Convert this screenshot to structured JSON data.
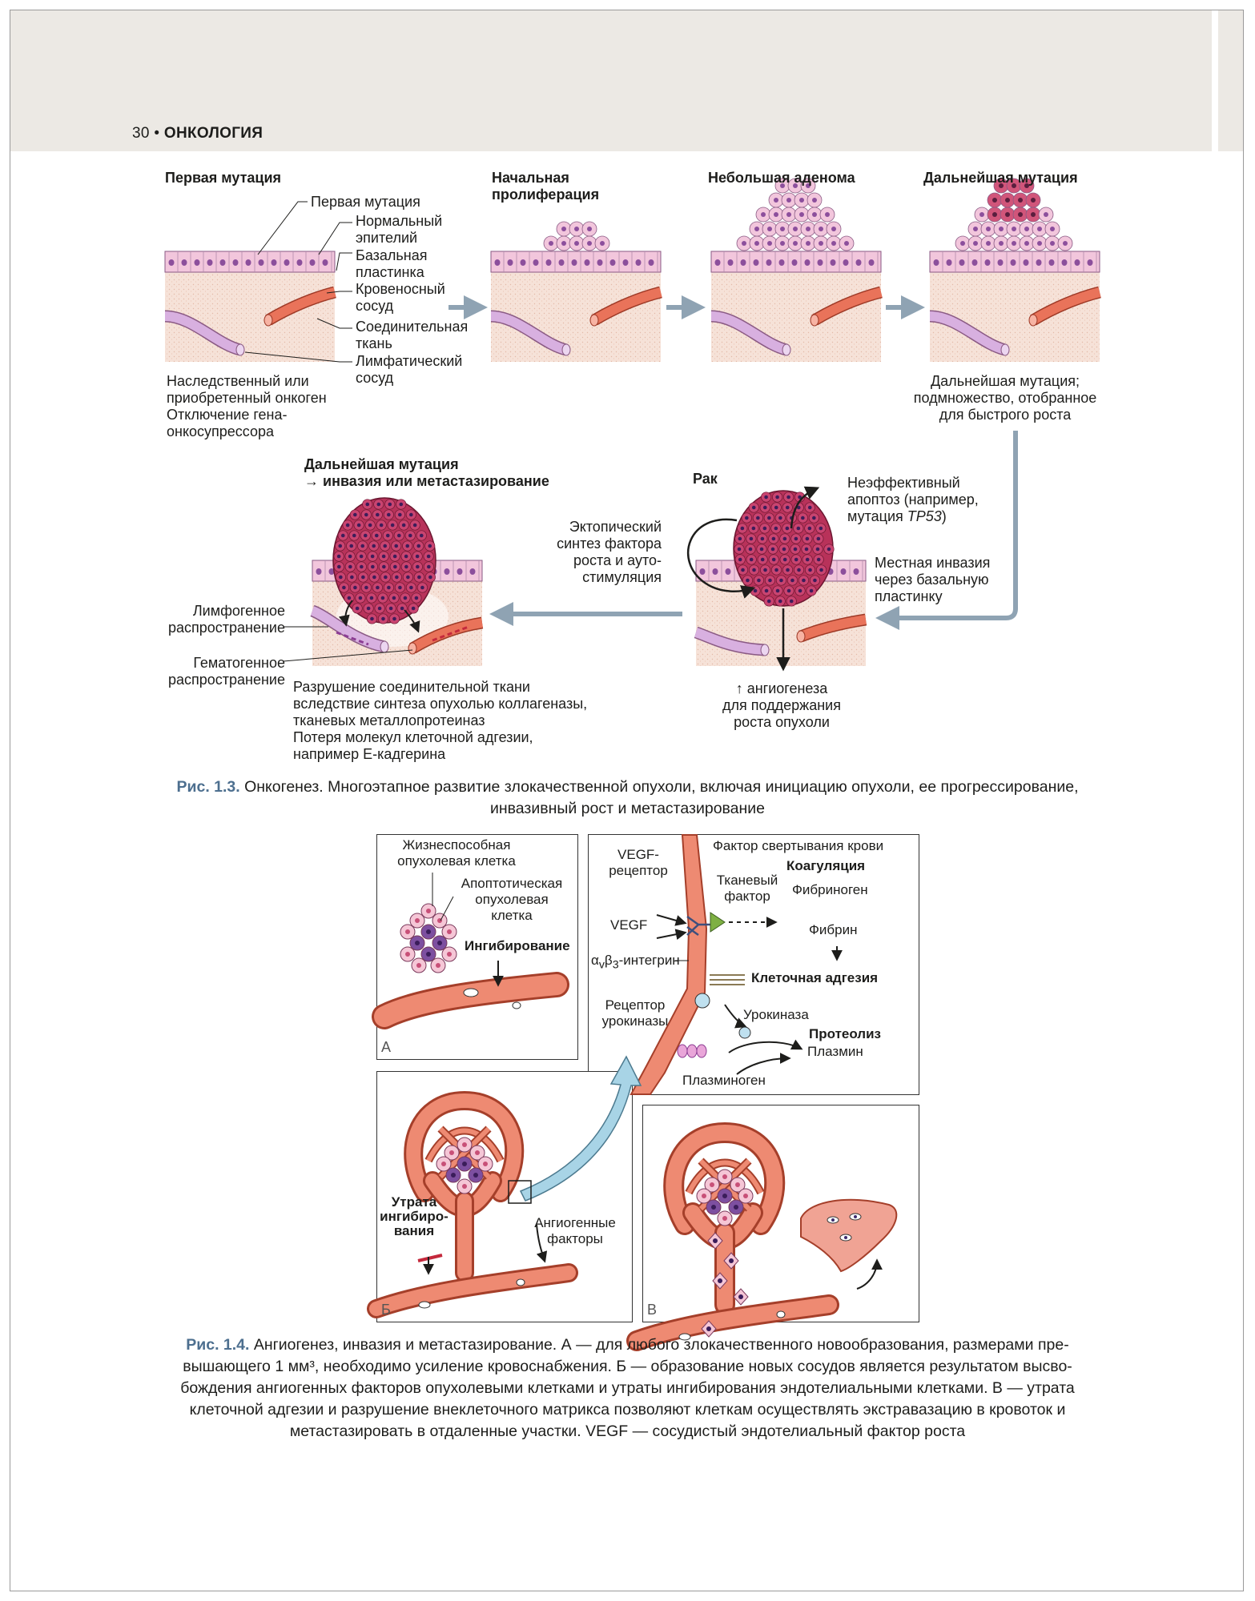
{
  "running_head": {
    "page": "30",
    "separator": "•",
    "title": "ОНКОЛОГИЯ"
  },
  "fig13": {
    "stage1_title": "Первая мутация",
    "stage2_title": "Начальная пролиферация",
    "stage3_title": "Небольшая аденома",
    "stage4_title": "Дальнейшая мутация",
    "labels": {
      "first_mutation": "Первая мутация",
      "normal_epithelium": "Нормальный эпителий",
      "basal_lamina": "Базальная пластинка",
      "blood_vessel": "Кровеносный сосуд",
      "connective_tissue": "Соединительная ткань",
      "lymph_vessel": "Лимфатический сосуд"
    },
    "stage1_caption": [
      "Наследственный или",
      "приобретенный онкоген",
      "Отключение гена-",
      "онкосупрессора"
    ],
    "stage4_caption": [
      "Дальнейшая мутация;",
      "подмножество, отобранное",
      "для быстрого роста"
    ],
    "cancer_title": "Рак",
    "ectopic": [
      "Эктопический",
      "синтез фактора",
      "роста и ауто-",
      "стимуляция"
    ],
    "apoptosis": [
      "Неэффективный",
      "апоптоз (например,",
      "мутация TP53)"
    ],
    "local_invasion": [
      "Местная инвазия",
      "через базальную",
      "пластинку"
    ],
    "angiogenesis": [
      "↑ ангиогенеза",
      "для поддержания",
      "роста опухоли"
    ],
    "invasion_title": [
      "Дальнейшая мутация",
      "→ инвазия или метастазирование"
    ],
    "lymph_spread": [
      "Лимфогенное",
      "распространение"
    ],
    "hemato_spread": [
      "Гематогенное",
      "распространение"
    ],
    "destruction": [
      "Разрушение соединительной ткани",
      "вследствие синтеза опухолью коллагеназы,",
      "тканевых металлопротеиназ",
      "Потеря молекул клеточной адгезии,",
      "например E-кадгерина"
    ],
    "caption_label": "Рис. 1.3.",
    "caption_text_1": "Онкогенез. Многоэтапное развитие злокачественной опухоли, включая инициацию опухоли, ее прогрессирование,",
    "caption_text_2": "инвазивный рост и метастазирование"
  },
  "fig14": {
    "panelA": {
      "letter": "А",
      "viable": [
        "Жизнеспособная",
        "опухолевая клетка"
      ],
      "apoptotic": [
        "Апоптотическая",
        "опухолевая",
        "клетка"
      ],
      "inhibition": "Ингибирование"
    },
    "detail": {
      "vegf_receptor": [
        "VEGF-",
        "рецептор"
      ],
      "vegf": "VEGF",
      "clotting_factor": "Фактор свертывания крови",
      "tissue_factor": [
        "Тканевый",
        "фактор"
      ],
      "coagulation": "Коагуляция",
      "fibrinogen": "Фибриноген",
      "fibrin": "Фибрин",
      "integrin_alpha": "α",
      "integrin_v": "v",
      "integrin_beta": "β",
      "integrin_3": "3",
      "integrin_suffix": "-интегрин",
      "cell_adhesion": "Клеточная адгезия",
      "urokinase_receptor": [
        "Рецептор",
        "урокиназы"
      ],
      "urokinase": "Урокиназа",
      "proteolysis": "Протеолиз",
      "plasmin": "Плазмин",
      "plasminogen": "Плазминоген"
    },
    "panelB": {
      "letter": "Б",
      "loss": [
        "Утрата",
        "ингибиро-",
        "вания"
      ],
      "factors": [
        "Ангиогенные",
        "факторы"
      ]
    },
    "panelV": {
      "letter": "В"
    },
    "caption_label": "Рис. 1.4.",
    "caption_lines": [
      "Ангиогенез, инвазия и метастазирование. А — для любого злокачественного новообразования, размерами пре-",
      "вышающего 1 мм³, необходимо усиление кровоснабжения. Б — образование новых сосудов является результатом высво-",
      "бождения ангиогенных факторов опухолевыми клетками и утраты ингибирования эндотелиальными клетками. В — утрата",
      "клеточной адгезии и разрушение внеклеточного матрикса позволяют клеткам осуществлять экстравазацию в кровоток и",
      "метастазировать в отдаленные участки. VEGF — сосудистый эндотелиальный фактор роста"
    ]
  },
  "colors": {
    "epithelium": "#f2c6dc",
    "nucleus": "#8c4f9c",
    "stroma": "#f6e2d8",
    "vessel": "#e9735a",
    "lymph": "#cfa3d6",
    "tumor": "#b8325a",
    "arrow": "#8fa3b3",
    "caption_label": "#4d6f8f"
  }
}
